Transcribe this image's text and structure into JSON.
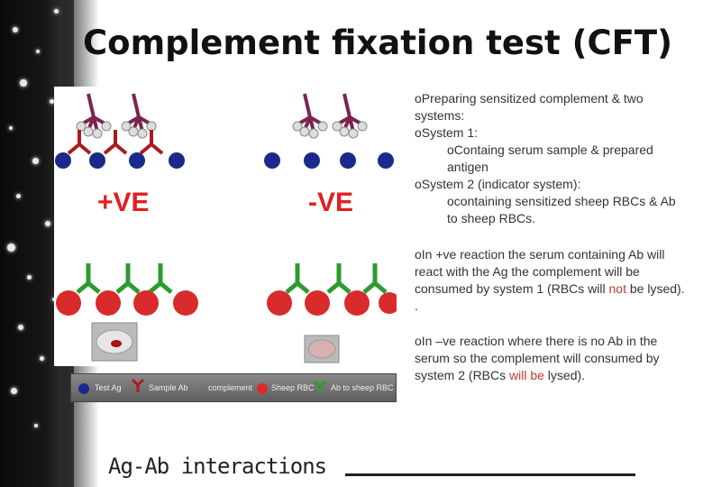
{
  "title": "Complement fixation test (CFT)",
  "figure": {
    "pos_label": "+VE",
    "neg_label": "-VE"
  },
  "legend": {
    "items": [
      "Test Ag",
      "Sample Ab",
      "complement",
      "Sheep RBC",
      "Ab to sheep RBC"
    ]
  },
  "body": {
    "bullet": "o",
    "b1": "Preparing sensitized complement & two systems:",
    "b2": "System 1:",
    "b2a": "Containg serum sample & prepared antigen",
    "b3": "System 2 (indicator system):",
    "b3a": "containing sensitized sheep RBCs & Ab to sheep RBCs.",
    "b4_pre": "In +ve reaction the serum containing Ab will react with the Ag the complement will be consumed by system 1 (RBCs will ",
    "b4_red": "not",
    "b4_post": " be lysed). .",
    "b5_pre": "In –ve reaction where there is no Ab in the serum so the complement will consumed by system 2 (RBCs ",
    "b5_red": "will be",
    "b5_post": " lysed)."
  },
  "footer": {
    "label": "Ag-Ab interactions"
  },
  "colors": {
    "antigen": "#1a2a8c",
    "sample_ab": "#a81c1c",
    "complement": "#7a2450",
    "rbc": "#d92b2b",
    "anti_rbc_ab": "#2e9a2e",
    "label_red": "#e02020"
  }
}
